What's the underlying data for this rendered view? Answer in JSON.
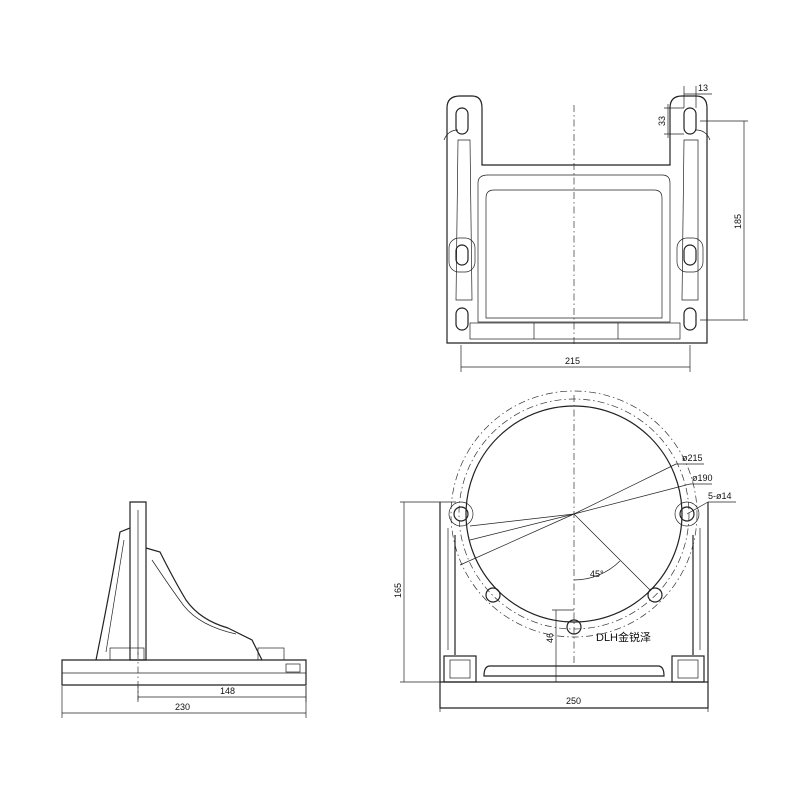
{
  "drawing": {
    "top_view": {
      "dim_width": "215",
      "dim_height": "185",
      "dim_slot_width": "13",
      "dim_slot_length": "33"
    },
    "side_view": {
      "dim_overall_length": "230",
      "dim_partial_length": "148"
    },
    "front_view": {
      "dim_width": "250",
      "dim_height": "165",
      "dim_center_offset": "46",
      "dim_outer_circle": "ø215",
      "dim_bolt_circle": "ø190",
      "dim_holes": "5-ø14",
      "dim_angle": "45°",
      "brand_mark": "DLH金锐泽"
    }
  }
}
